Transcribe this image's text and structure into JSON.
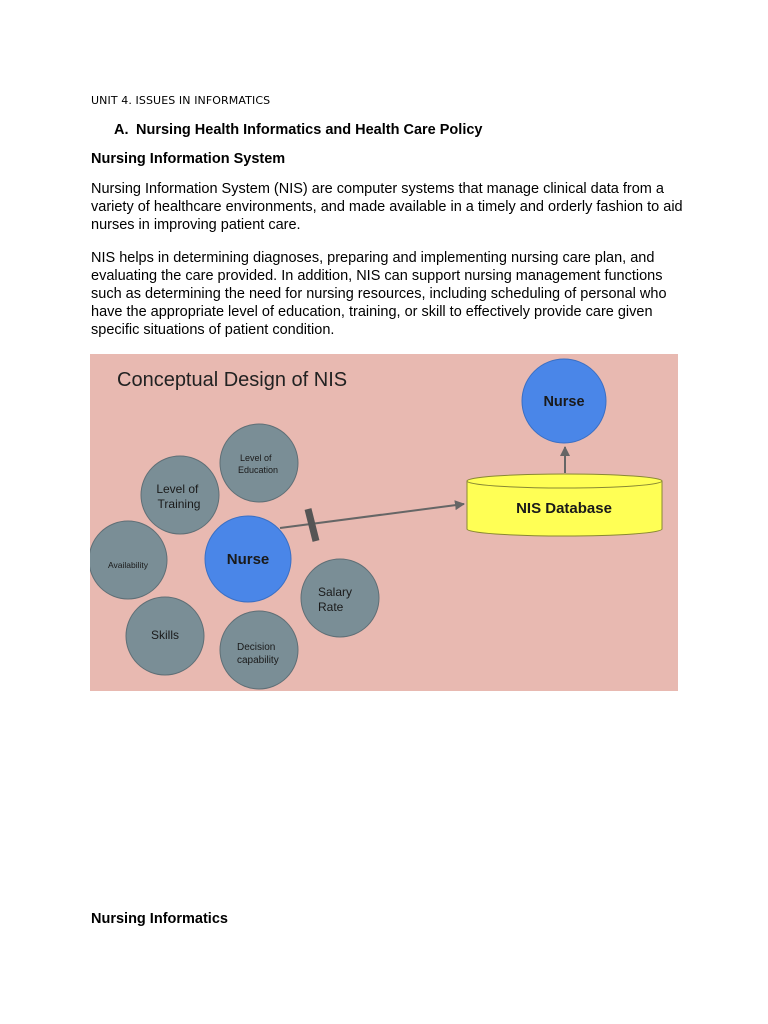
{
  "document": {
    "unit_heading": "UNIT 4. ISSUES IN INFORMATICS",
    "section_marker": "A.",
    "section_title": "Nursing Health Informatics and Health Care Policy",
    "subsection_title": "Nursing Information System",
    "paragraphs": [
      "Nursing Information System (NIS) are computer systems that manage clinical data from a variety of healthcare environments, and made available in a timely and orderly fashion to aid nurses in improving patient care.",
      "NIS helps in determining diagnoses, preparing and implementing nursing care plan, and evaluating the care provided. In addition, NIS can support nursing management functions such as determining the need for nursing resources, including scheduling of personal who have the appropriate level of education, training, or skill to effectively provide care given specific situations of patient condition."
    ],
    "bottom_heading": "Nursing Informatics"
  },
  "figure": {
    "title": "Conceptual Design of NIS",
    "center_node": "Nurse",
    "attribute_nodes": {
      "education": [
        "Level of",
        "Education"
      ],
      "training": [
        "Level of",
        "Training"
      ],
      "availability": [
        "Availability"
      ],
      "salary": [
        "Salary",
        "Rate"
      ],
      "skills": [
        "Skills"
      ],
      "decision": [
        "Decision",
        "capability"
      ]
    },
    "database_label": "NIS Database",
    "output_node": "Nurse",
    "colors": {
      "background": "#e8b9b1",
      "attribute_fill": "#7a8e96",
      "nurse_fill": "#4a86e8",
      "database_fill": "#ffff55",
      "arrow": "#666666"
    }
  }
}
